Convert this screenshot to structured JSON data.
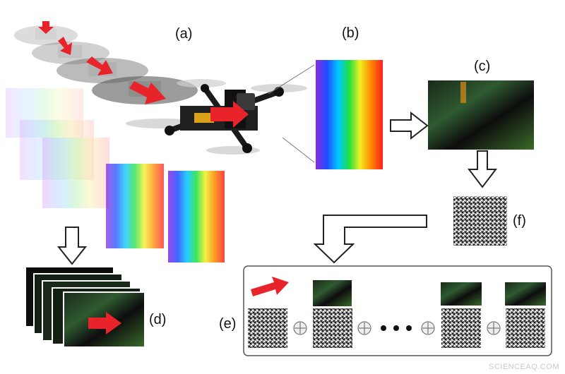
{
  "labels": {
    "a": "(a)",
    "b": "(b)",
    "c": "(c)",
    "d": "(d)",
    "e": "(e)",
    "f": "(f)"
  },
  "watermark": "SCIENCEAQ.COM",
  "colors": {
    "arrow_red": "#e8232a",
    "outline": "#222222",
    "panel_border": "#555555",
    "background": "#ffffff"
  },
  "icons": {
    "plus": "circle-plus-icon",
    "ellipsis": "dots-icon"
  }
}
